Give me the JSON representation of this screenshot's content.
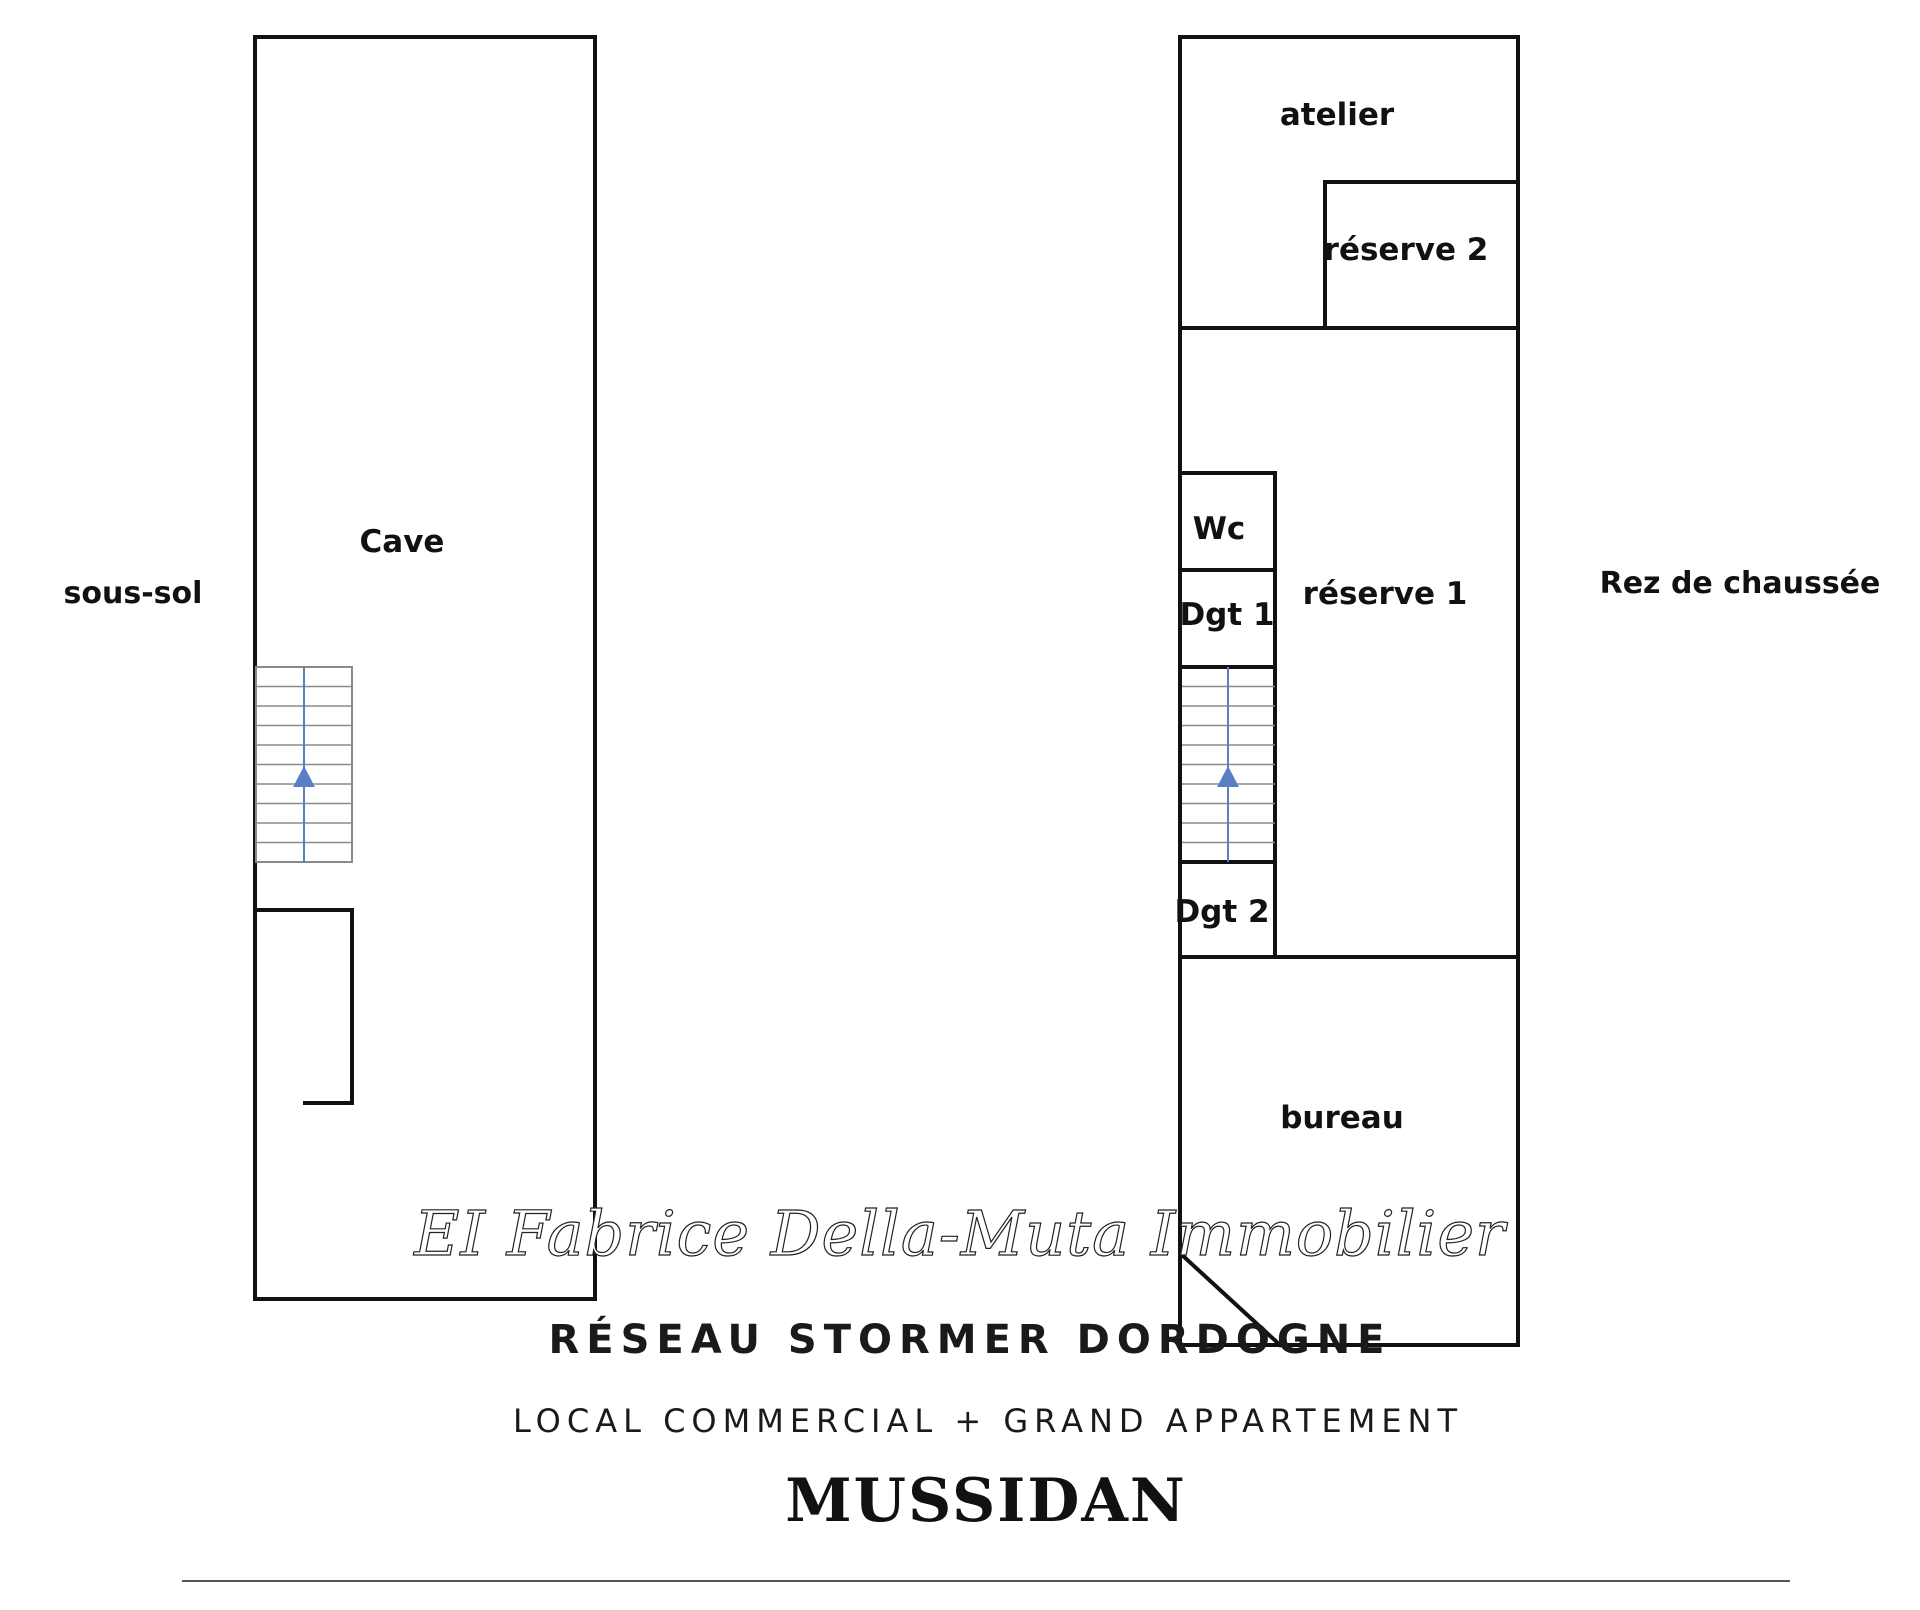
{
  "floors": {
    "basement_label": "sous-sol",
    "ground_label": "Rez de chaussée"
  },
  "rooms": {
    "cave": "Cave",
    "atelier": "atelier",
    "reserve2": "réserve 2",
    "wc": "Wc",
    "dgt1": "Dgt 1",
    "reserve1": "réserve 1",
    "dgt2": "Dgt 2",
    "bureau": "bureau"
  },
  "branding": {
    "signature": "EI Fabrice Della-Muta Immobilier",
    "agency": "RÉSEAU STORMER DORDOGNE",
    "property": "LOCAL COMMERCIAL + GRAND APPARTEMENT",
    "city": "MUSSIDAN"
  },
  "colors": {
    "wall": "#111111",
    "stairs": "#8a8a8a",
    "stair_arrow": "#5b7fc7"
  }
}
